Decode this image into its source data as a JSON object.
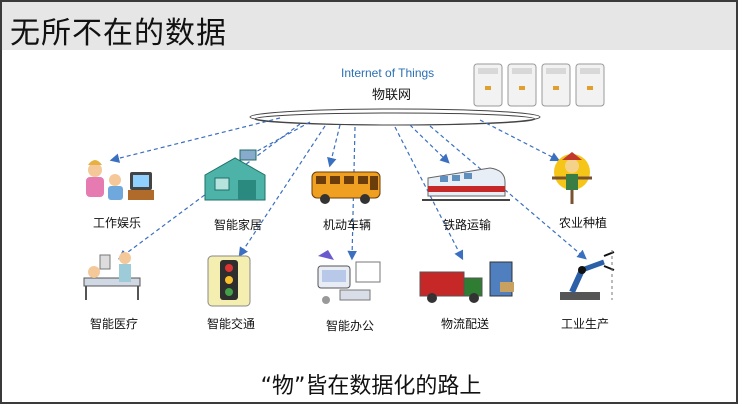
{
  "title": "无所不在的数据",
  "hub": {
    "english": "Internet of Things",
    "chinese": "物联网"
  },
  "row1": [
    {
      "label": "工作娱乐",
      "icon": "family-tv-icon"
    },
    {
      "label": "智能家居",
      "icon": "smart-home-icon"
    },
    {
      "label": "机动车辆",
      "icon": "bus-icon"
    },
    {
      "label": "铁路运输",
      "icon": "train-icon"
    },
    {
      "label": "农业种植",
      "icon": "scarecrow-icon"
    }
  ],
  "row2": [
    {
      "label": "智能医疗",
      "icon": "hospital-bed-icon"
    },
    {
      "label": "智能交通",
      "icon": "traffic-light-icon"
    },
    {
      "label": "智能办公",
      "icon": "office-equipment-icon"
    },
    {
      "label": "物流配送",
      "icon": "delivery-truck-icon"
    },
    {
      "label": "工业生产",
      "icon": "robot-arm-icon"
    }
  ],
  "caption": "“物”皆在数据化的路上",
  "colors": {
    "arrow": "#3b6fbf",
    "header": "#e6e6e6",
    "hub_text": "#2a6fb5"
  }
}
